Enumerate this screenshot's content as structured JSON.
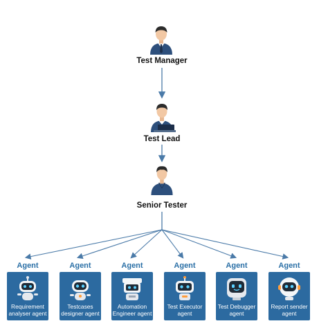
{
  "roles": {
    "test_manager": "Test Manager",
    "test_lead": "Test Lead",
    "senior_tester": "Senior Tester"
  },
  "agents": [
    {
      "tag": "Agent",
      "name": "Requirement\nanalyser agent"
    },
    {
      "tag": "Agent",
      "name": "Testcases\ndesigner agent"
    },
    {
      "tag": "Agent",
      "name": "Automation\nEngineer agent"
    },
    {
      "tag": "Agent",
      "name": "Test Executor\nagent"
    },
    {
      "tag": "Agent",
      "name": "Test Debugger\nagent"
    },
    {
      "tag": "Agent",
      "name": "Report sender\nagent"
    }
  ],
  "colors": {
    "line": "#4a7aa8",
    "card": "#2c6aa0",
    "agent_tag": "#2a6fa6",
    "suit": "#2d4f7c",
    "hair": "#2b2b2b",
    "skin": "#f2c8a4"
  },
  "icons": [
    "person-icon",
    "robot-icon"
  ]
}
